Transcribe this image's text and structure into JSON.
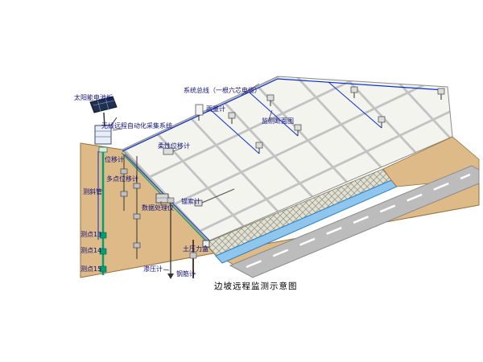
{
  "figure": {
    "caption": "边坡远程监测示意图"
  },
  "labels": {
    "solar_panel": "太阳能电池板",
    "system_bus": "系统总线（一根六芯电缆）",
    "rain_gauge": "雨量计",
    "monitoring_section": "监测断面图",
    "wireless_system": "无线远程自动化采集系统",
    "flexible_displacement": "柔性位移计",
    "displacement_meter": "位移计",
    "multipoint_displacement": "多点位移计",
    "inclinometer_tube": "测斜管",
    "data_processor": "数据处理仪",
    "anchor_cable_gauge": "锚索计",
    "point_13": "测点13",
    "point_14": "测点14",
    "point_15": "测点15",
    "earth_pressure_cell": "土压力盒",
    "piezometer": "渗压计",
    "rebar_gauge": "钢筋计"
  },
  "colors": {
    "label_color": "#10107a",
    "soil_tan": "#ddba88",
    "soil_edge": "#96713c",
    "grid_face": "#f4f4ef",
    "grid_line": "#c3c3c3",
    "wall_fill": "#e3e1d4",
    "water_blue": "#8ec6ee",
    "water_edge": "#2f7fc0",
    "road_gray": "#bcbcbc",
    "cable_blue": "#0a2fd0",
    "casing_green": "#00a070"
  }
}
